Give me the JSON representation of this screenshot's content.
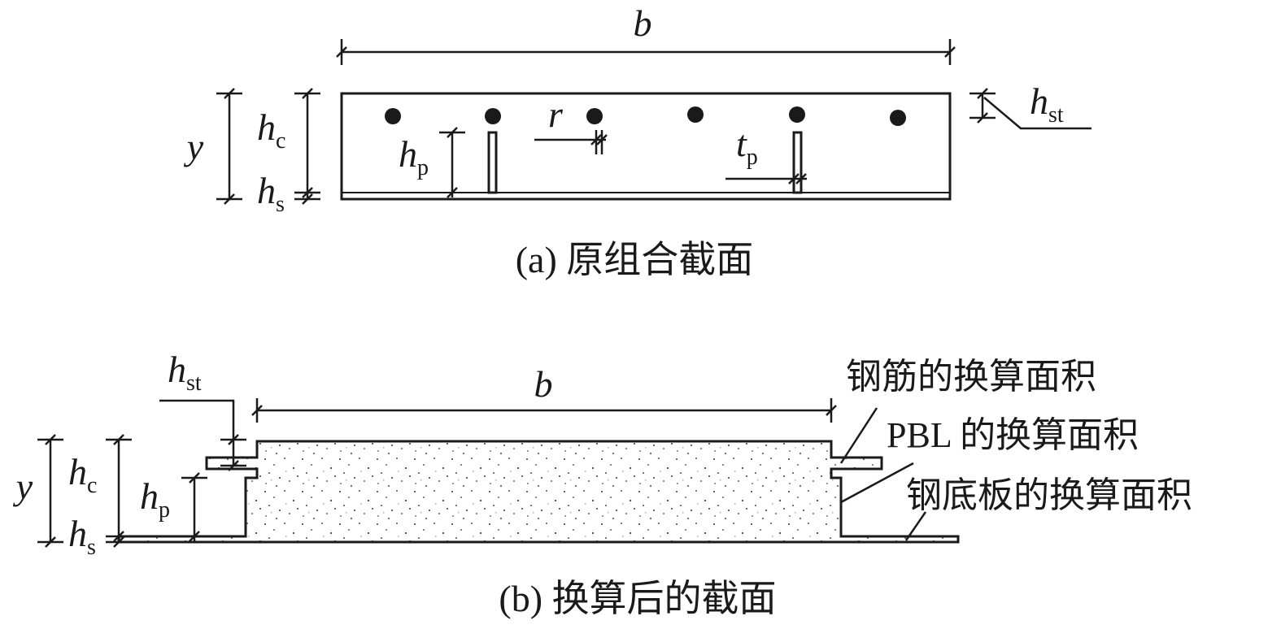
{
  "panel_a": {
    "caption": "(a) 原组合截面",
    "dims": {
      "b": "b",
      "y": "y",
      "hc": {
        "main": "h",
        "sub": "c"
      },
      "hs": {
        "main": "h",
        "sub": "s"
      },
      "hp": {
        "main": "h",
        "sub": "p"
      },
      "r": "r",
      "tp": {
        "main": "t",
        "sub": "p"
      },
      "hst": {
        "main": "h",
        "sub": "st"
      }
    }
  },
  "panel_b": {
    "caption": "(b) 换算后的截面",
    "dims": {
      "b": "b",
      "y": "y",
      "hc": {
        "main": "h",
        "sub": "c"
      },
      "hs": {
        "main": "h",
        "sub": "s"
      },
      "hp": {
        "main": "h",
        "sub": "p"
      },
      "hst": {
        "main": "h",
        "sub": "st"
      }
    },
    "labels": {
      "rebar": "钢筋的换算面积",
      "pbl": "PBL 的换算面积",
      "plate": "钢底板的换算面积"
    }
  },
  "colors": {
    "ink": "#1a1a1a",
    "concrete_dots": "#555555"
  }
}
